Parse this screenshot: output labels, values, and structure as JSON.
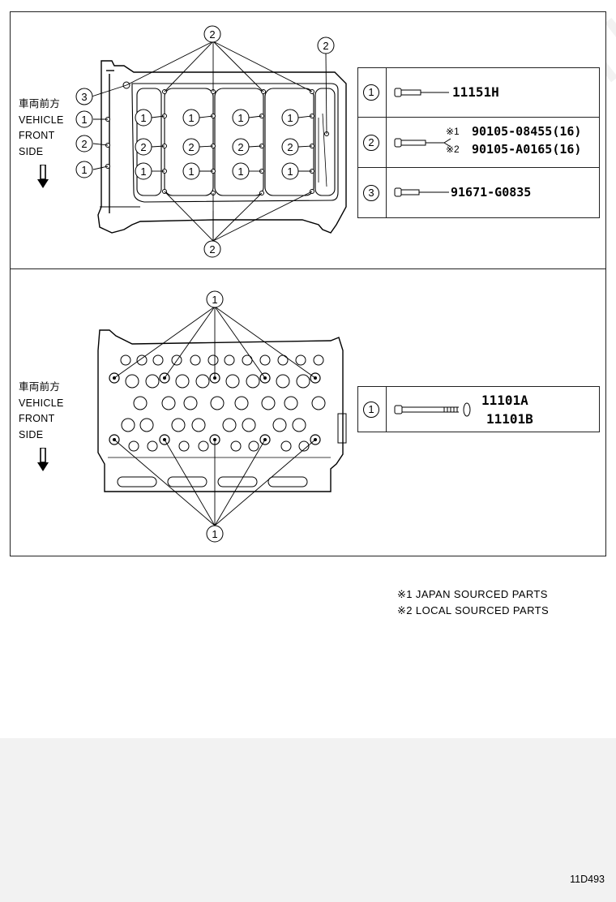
{
  "watermark": "ToyotaCarMine.ru",
  "orientation_label": {
    "jp": "車両前方",
    "line1": "VEHICLE",
    "line2": "FRONT",
    "line3": "SIDE"
  },
  "top_diagram": {
    "callouts": {
      "c1": "1",
      "c2": "2",
      "c3": "3"
    }
  },
  "top_legend": [
    {
      "num": "1",
      "part": "11151H"
    },
    {
      "num": "2",
      "mark1": "※1",
      "part1": "90105-08455(16)",
      "mark2": "※2",
      "part2": "90105-A0165(16)"
    },
    {
      "num": "3",
      "part": "91671-G0835"
    }
  ],
  "bottom_diagram": {
    "callouts": {
      "c1": "1"
    }
  },
  "bottom_legend": [
    {
      "num": "1",
      "part1": "11101A",
      "part2": "11101B"
    }
  ],
  "notes": {
    "note1": "※1 JAPAN SOURCED PARTS",
    "note2": "※2 LOCAL SOURCED PARTS"
  },
  "drawing_code": "11D493"
}
